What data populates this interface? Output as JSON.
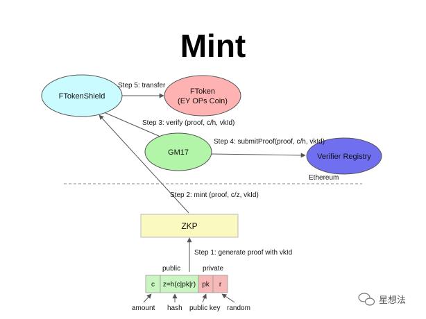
{
  "title": "Mint",
  "nodes": {
    "ftokenshield": {
      "label": "FTokenShield",
      "color": "#c9fbff"
    },
    "ftoken": {
      "line1": "FToken",
      "line2": "(EY OPs Coin)",
      "color": "#ffb2b2"
    },
    "gm17": {
      "label": "GM17",
      "color": "#b2f5a8"
    },
    "verifier": {
      "label": "Verifier Registry",
      "color": "#6f6ff0"
    },
    "zkp": {
      "label": "ZKP",
      "color": "#fafac0"
    }
  },
  "steps": {
    "step1": "Step 1: generate proof with vkId",
    "step2": "Step 2: mint (proof, c/z, vkId)",
    "step3": "Step 3: verify (proof, c/h, vkId)",
    "step4": "Step 4: submitProof(proof, c/h, vkId)",
    "step5": "Step 5: transfer"
  },
  "boundary_label": "Ethereum",
  "inputs": {
    "public_header": "public",
    "private_header": "private",
    "cells": [
      "c",
      "z=h(c|pk|r)",
      "pk",
      "r"
    ],
    "labels": [
      "amount",
      "hash",
      "public key",
      "random"
    ],
    "public_color": "#c9f5c0",
    "private_color": "#f7b8b8"
  },
  "watermark": "星想法"
}
